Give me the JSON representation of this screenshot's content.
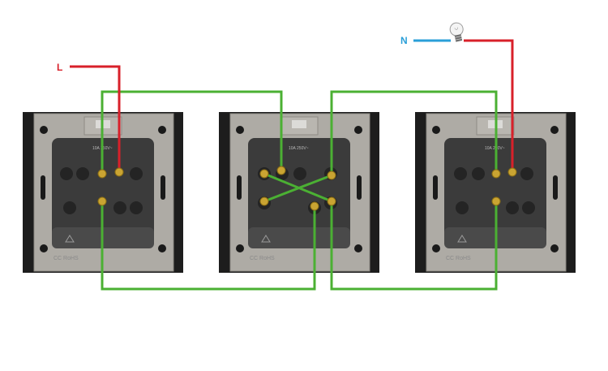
{
  "terminals": {
    "line_label": "L",
    "neutral_label": "N"
  },
  "switches": [
    {
      "id": "left",
      "role": "two-way",
      "body_text": "10A 250V~",
      "foot_text": "CC RoHS"
    },
    {
      "id": "middle",
      "role": "intermediate",
      "body_text": "10A 250V~",
      "foot_text": "CC RoHS"
    },
    {
      "id": "right",
      "role": "two-way",
      "body_text": "10A 250V~",
      "foot_text": "CC RoHS"
    }
  ],
  "lamp": {
    "icon": "light-bulb-icon"
  },
  "colors": {
    "live_wire": "#d8202a",
    "neutral_wire": "#2a9fd8",
    "traveler_wire": "#4bb033",
    "frame": "#1c1c1c",
    "plate": "#a7a49e",
    "mechanism": "#3a3a3a",
    "terminal_screw": "#c9a430",
    "label_line": "#d8202a",
    "label_neutral": "#2a9fd8"
  }
}
